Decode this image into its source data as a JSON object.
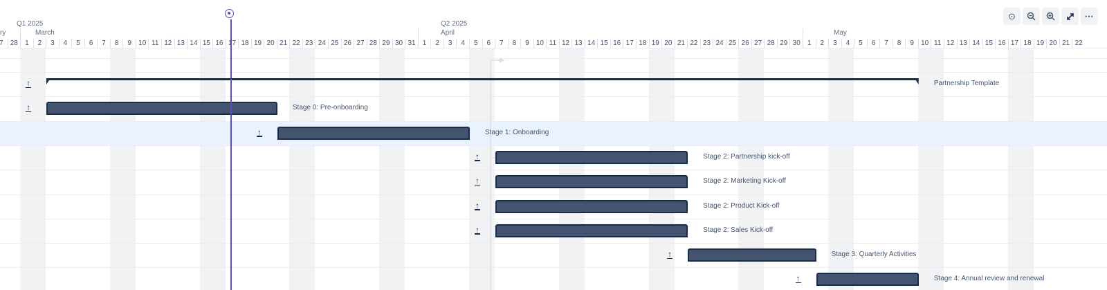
{
  "timeline": {
    "quarters": [
      "Q1 2025",
      "Q2 2025"
    ],
    "months": [
      "ry",
      "March",
      "April",
      "May"
    ],
    "days": [
      "7",
      "28",
      "1",
      "2",
      "3",
      "4",
      "5",
      "6",
      "7",
      "8",
      "9",
      "10",
      "11",
      "12",
      "13",
      "14",
      "15",
      "16",
      "17",
      "18",
      "19",
      "20",
      "21",
      "22",
      "23",
      "24",
      "25",
      "26",
      "27",
      "28",
      "29",
      "30",
      "31",
      "1",
      "2",
      "3",
      "4",
      "5",
      "6",
      "7",
      "8",
      "9",
      "10",
      "11",
      "12",
      "13",
      "14",
      "15",
      "16",
      "17",
      "18",
      "19",
      "20",
      "21",
      "22",
      "23",
      "24",
      "25",
      "26",
      "27",
      "28",
      "29",
      "30",
      "1",
      "2",
      "3",
      "4",
      "5",
      "6",
      "7",
      "8",
      "9",
      "10",
      "11",
      "12",
      "13",
      "14",
      "15",
      "16",
      "17",
      "18",
      "19",
      "20",
      "21",
      "22"
    ]
  },
  "toolbar": {
    "icons": [
      "today-icon",
      "zoom-out-icon",
      "zoom-in-icon",
      "expand-icon",
      "more-icon"
    ]
  },
  "rows": [
    {
      "label": "Partnership Template",
      "start": "2025-03-03",
      "end": "2025-05-10",
      "kind": "parent"
    },
    {
      "label": "Stage 0: Pre-onboarding",
      "start": "2025-03-03",
      "end": "2025-03-21",
      "kind": "task"
    },
    {
      "label": "Stage 1: Onboarding",
      "start": "2025-03-21",
      "end": "2025-04-05",
      "kind": "task",
      "selected": true
    },
    {
      "label": "Stage 2: Partnership kick-off",
      "start": "2025-04-07",
      "end": "2025-04-22",
      "kind": "task"
    },
    {
      "label": "Stage 2: Marketing Kick-off",
      "start": "2025-04-07",
      "end": "2025-04-22",
      "kind": "task"
    },
    {
      "label": "Stage 2: Product Kick-off",
      "start": "2025-04-07",
      "end": "2025-04-22",
      "kind": "task"
    },
    {
      "label": "Stage 2: Sales Kick-off",
      "start": "2025-04-07",
      "end": "2025-04-22",
      "kind": "task"
    },
    {
      "label": "Stage 3: Quarterly Activities",
      "start": "2025-04-22",
      "end": "2025-05-02",
      "kind": "task"
    },
    {
      "label": "Stage 4: Annual review and renewal",
      "start": "2025-05-02",
      "end": "2025-05-10",
      "kind": "task"
    }
  ],
  "today": "2025-03-17",
  "colors": {
    "bar": "#44546f",
    "bar_border": "#172b4d",
    "today": "#5e4db2",
    "selected_row": "#e9f2ff",
    "weekend": "#f1f2f4"
  }
}
